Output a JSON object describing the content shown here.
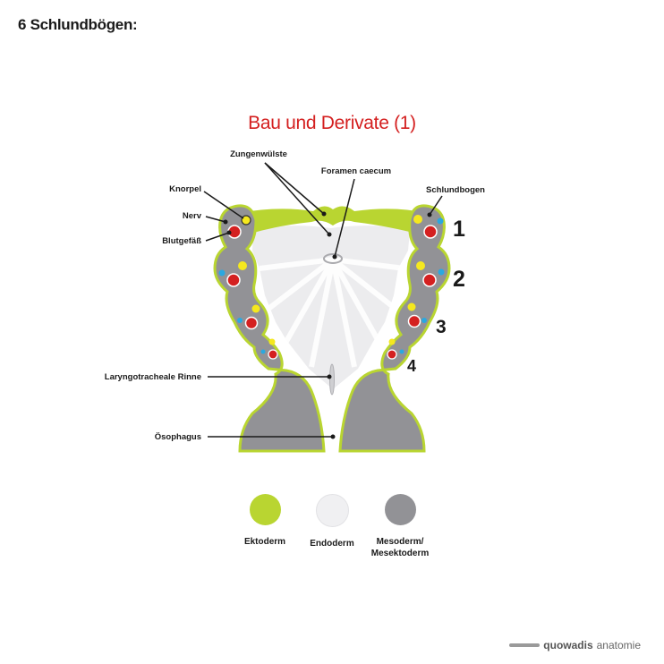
{
  "heading": "6 Schlundbögen:",
  "subtitle": "Bau und Derivate (1)",
  "labels": {
    "zungenwuelste": "Zungenwülste",
    "foramen_caecum": "Foramen caecum",
    "knorpel": "Knorpel",
    "nerv": "Nerv",
    "blutgefaess": "Blutgefäß",
    "schlundbogen": "Schlundbogen",
    "laryngotracheale_rinne": "Laryngotracheale Rinne",
    "oesophagus": "Ösophagus"
  },
  "arch_numbers": [
    "1",
    "2",
    "3",
    "4"
  ],
  "legend": [
    {
      "label": "Ektoderm",
      "color": "#b9d531"
    },
    {
      "label": "Endoderm",
      "color": "#f0f0f2"
    },
    {
      "label": "Mesoderm/\nMesektoderm",
      "color": "#929296"
    }
  ],
  "colors": {
    "ektoderm": "#b9d531",
    "endoderm": "#f0f0f2",
    "mesoderm": "#929296",
    "knorpel": "#f5e81e",
    "nerv": "#2aa8e0",
    "blutgefaess": "#d42020",
    "title": "#d42020"
  },
  "footer": {
    "brand": "quowadis",
    "suffix": "anatomie"
  }
}
